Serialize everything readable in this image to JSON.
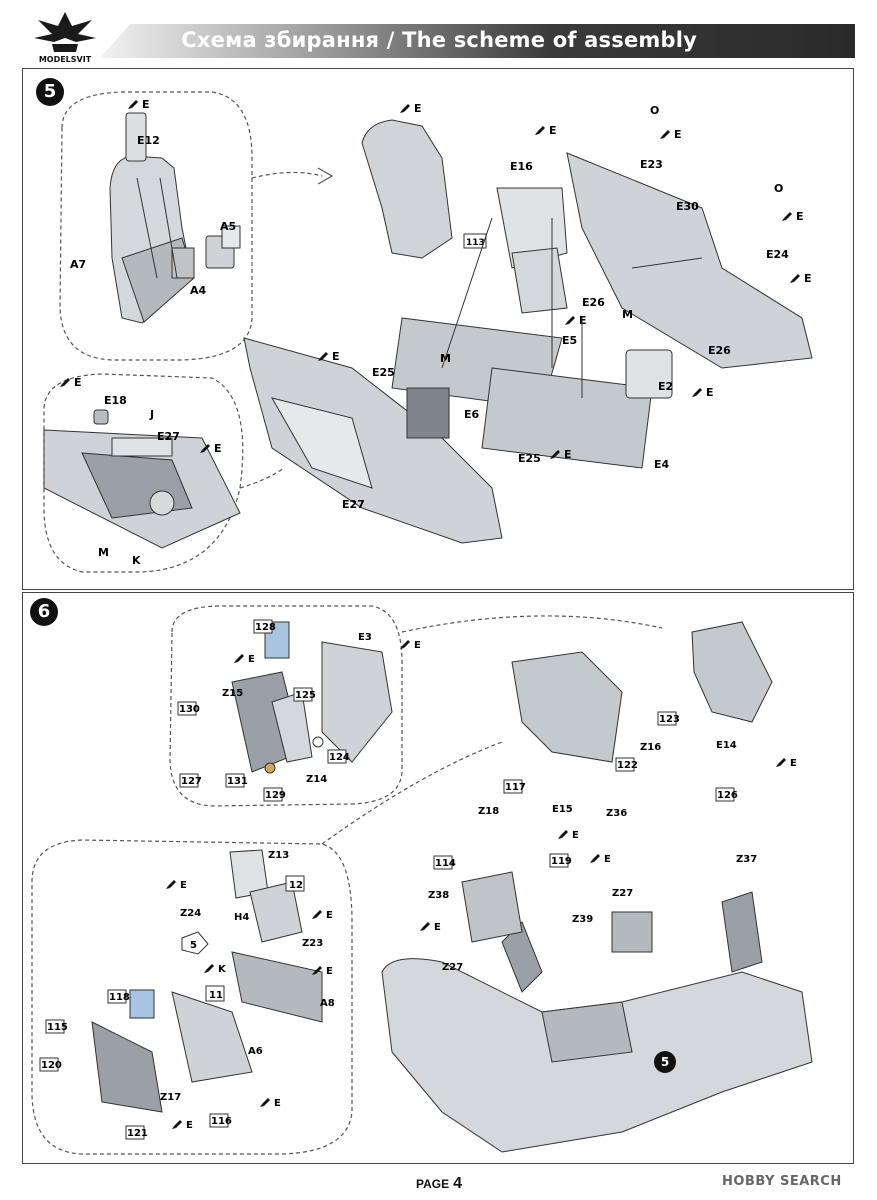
{
  "header": {
    "logo_text": "MODELSVIT",
    "title": "Схема збирання / The scheme of assembly"
  },
  "steps": [
    {
      "number": "5"
    },
    {
      "number": "6"
    }
  ],
  "step5": {
    "parts": [
      "E12",
      "A5",
      "A7",
      "A4",
      "E",
      "E16",
      "E23",
      "O",
      "E30",
      "E24",
      "E26",
      "E5",
      "M",
      "E25",
      "E6",
      "E2",
      "E4",
      "E27",
      "E18",
      "J"
    ],
    "paint_labels": [
      "E",
      "O",
      "M",
      "J",
      "K"
    ],
    "numbered_boxes": [
      "113"
    ],
    "callout_labels": {
      "e12": "E12",
      "a5": "A5",
      "a7": "A7",
      "a4": "A4",
      "e16": "E16",
      "e23": "E23",
      "o1": "O",
      "e30": "E30",
      "o2": "O",
      "e24": "E24",
      "e26a": "E26",
      "e5": "E5",
      "m1": "M",
      "e26b": "E26",
      "e25a": "E25",
      "m2": "M",
      "e6": "E6",
      "e2": "E2",
      "e25b": "E25",
      "e4": "E4",
      "e27a": "E27",
      "e18": "E18",
      "j": "J",
      "e27b": "E27",
      "m3": "M",
      "k": "K",
      "box113": "113",
      "pe1": "E",
      "pe2": "E",
      "pe3": "E",
      "pe4": "E",
      "pe5": "E",
      "pe6": "E",
      "pe7": "E",
      "pe8": "E",
      "pe9": "E",
      "pe10": "E",
      "pe11": "E",
      "pe12": "E"
    }
  },
  "step6": {
    "callout_labels": {
      "box128": "128",
      "e3": "E3",
      "e_a": "E",
      "e_b": "E",
      "z15": "Z15",
      "box125": "125",
      "box130": "130",
      "box124": "124",
      "box127": "127",
      "box131": "131",
      "box129": "129",
      "z14": "Z14",
      "z13": "Z13",
      "e_c": "E",
      "z24": "Z24",
      "h4": "H4",
      "box12": "12",
      "e_d": "E",
      "circ5": "5",
      "z23": "Z23",
      "k": "K",
      "e_e": "E",
      "circ11": "11",
      "a8": "A8",
      "box118": "118",
      "box115": "115",
      "a6": "A6",
      "box120": "120",
      "z17": "Z17",
      "e_f": "E",
      "box116": "116",
      "e_g": "E",
      "box121": "121",
      "box123": "123",
      "e14": "E14",
      "z16": "Z16",
      "box122": "122",
      "e_h": "E",
      "box126": "126",
      "box117": "117",
      "z36": "Z36",
      "z18": "Z18",
      "e15": "E15",
      "e_i": "E",
      "e_j": "E",
      "box119": "119",
      "z37": "Z37",
      "box114": "114",
      "z27a": "Z27",
      "z38": "Z38",
      "z39": "Z39",
      "e_k": "E",
      "z27b": "Z27",
      "circ5b": "5"
    }
  },
  "footer": {
    "page_label": "PAGE",
    "page_number": "4",
    "watermark": "HOBBY SEARCH"
  },
  "colors": {
    "part_fill": "#c8cdd2",
    "part_dark": "#8e949a",
    "line": "#333333",
    "badge": "#111111"
  }
}
